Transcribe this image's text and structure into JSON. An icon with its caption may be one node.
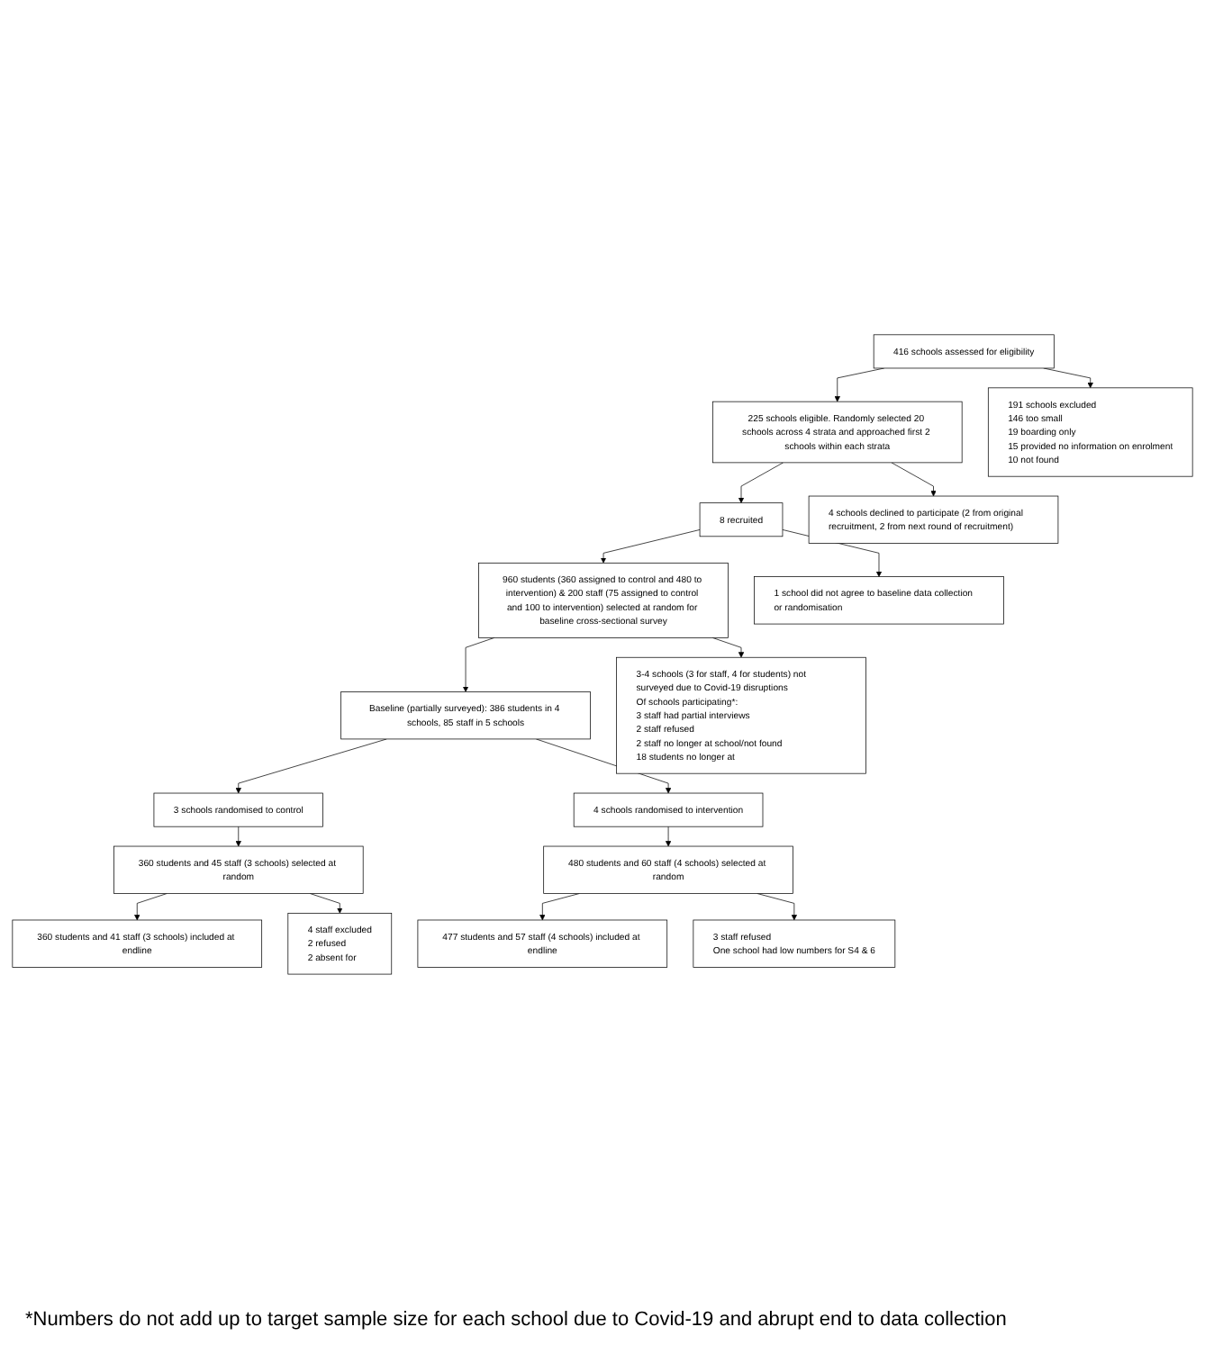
{
  "diagram": {
    "caption": "*Numbers do not add up to target sample size for each school due to Covid-19 and abrupt end to data collection",
    "nodes": [
      {
        "text": [
          "416 schools assessed for eligibility"
        ]
      },
      {
        "text": [
          "191 schools excluded",
          "146 too small",
          "19 boarding only",
          "15 provided no information on enrolment",
          "10 not found"
        ]
      },
      {
        "text": [
          "225 schools eligible. Randomly selected 20 schools across 4 strata and approached first 2 schools within each strata"
        ]
      },
      {
        "text": [
          "4 schools declined to participate (2 from original recruitment, 2 from next round of recruitment)"
        ]
      },
      {
        "text": [
          "8 recruited"
        ]
      },
      {
        "text": [
          "1 school did not agree to baseline data collection or randomisation"
        ]
      },
      {
        "text": [
          "960 students (360 assigned to control and 480 to intervention) & 200 staff (75 assigned to control and 100 to intervention) selected at random for baseline cross-sectional survey"
        ]
      },
      {
        "text": [
          "3-4 schools (3 for staff, 4 for students) not surveyed due to Covid-19 disruptions",
          "Of schools participating*:",
          "3 staff had partial interviews",
          "2 staff refused",
          "2 staff no longer at school/not found",
          "18 students no longer at"
        ]
      },
      {
        "text": [
          "Baseline (partially surveyed): 386 students in 4 schools, 85 staff in 5 schools"
        ]
      },
      {
        "text": [
          "3 schools randomised to control"
        ]
      },
      {
        "text": [
          "4 schools randomised to intervention"
        ]
      },
      {
        "text": [
          "360 students and 45 staff (3 schools) selected at random"
        ]
      },
      {
        "text": [
          "4 staff excluded",
          "2 refused",
          "2 absent for"
        ]
      },
      {
        "text": [
          "480 students and 60 staff (4 schools) selected at random"
        ]
      },
      {
        "text": [
          "3 staff refused",
          "One school had low numbers for S4 & 6"
        ]
      },
      {
        "text": [
          "360 students and 41 staff (3 schools) included at endline"
        ]
      },
      {
        "text": [
          "477 students and 57 staff (4 schools) included at endline"
        ]
      }
    ],
    "edges": [
      {
        "from": 0,
        "to": 2,
        "arrow": "to"
      },
      {
        "from": 0,
        "to": 1,
        "arrow": "to"
      },
      {
        "from": 2,
        "to": 4,
        "arrow": "to"
      },
      {
        "from": 2,
        "to": 3,
        "arrow": "to"
      },
      {
        "from": 4,
        "to": 6,
        "arrow": "to"
      },
      {
        "from": 4,
        "to": 5,
        "arrow": "to"
      },
      {
        "from": 6,
        "to": 8,
        "arrow": "to"
      },
      {
        "from": 6,
        "to": 7,
        "arrow": "to"
      },
      {
        "from": 8,
        "to": 9,
        "arrow": "to"
      },
      {
        "from": 8,
        "to": 10,
        "arrow": "to"
      },
      {
        "from": 9,
        "to": 11,
        "arrow": "to"
      },
      {
        "from": 10,
        "to": 13,
        "arrow": "to"
      },
      {
        "from": 11,
        "to": 15,
        "arrow": "to"
      },
      {
        "from": 11,
        "to": 12,
        "arrow": "to"
      },
      {
        "from": 13,
        "to": 16,
        "arrow": "to"
      },
      {
        "from": 13,
        "to": 14,
        "arrow": "to"
      }
    ]
  }
}
